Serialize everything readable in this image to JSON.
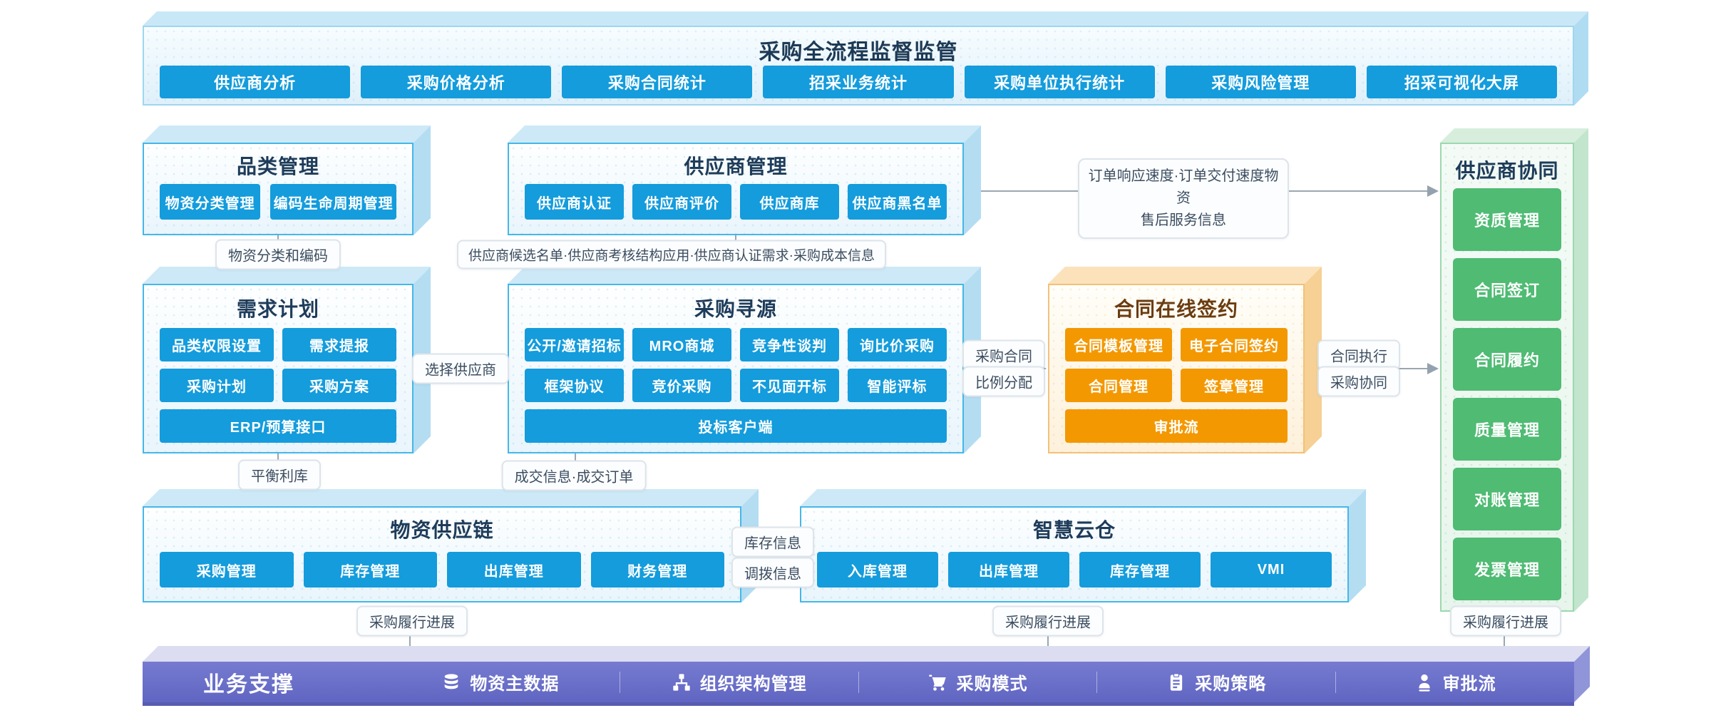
{
  "header": {
    "title": "采购全流程监督监管",
    "buttons": [
      "供应商分析",
      "采购价格分析",
      "采购合同统计",
      "招采业务统计",
      "采购单位执行统计",
      "采购风险管理",
      "招采可视化大屏"
    ]
  },
  "modules": {
    "category": {
      "title": "品类管理",
      "items": [
        "物资分类管理",
        "编码生命周期管理"
      ]
    },
    "supplier": {
      "title": "供应商管理",
      "items": [
        "供应商认证",
        "供应商评价",
        "供应商库",
        "供应商黑名单"
      ]
    },
    "demand": {
      "title": "需求计划",
      "items": [
        "品类权限设置",
        "需求提报",
        "采购计划",
        "采购方案"
      ],
      "full_item": "ERP/预算接口"
    },
    "sourcing": {
      "title": "采购寻源",
      "items": [
        "公开/邀请招标",
        "MRO商城",
        "竞争性谈判",
        "询比价采购",
        "框架协议",
        "竞价采购",
        "不见面开标",
        "智能评标"
      ],
      "full_item": "投标客户端"
    },
    "contract": {
      "title": "合同在线签约",
      "items": [
        "合同模板管理",
        "电子合同签约",
        "合同管理",
        "签章管理"
      ],
      "full_item": "审批流"
    },
    "supply_chain": {
      "title": "物资供应链",
      "items": [
        "采购管理",
        "库存管理",
        "出库管理",
        "财务管理"
      ]
    },
    "warehouse": {
      "title": "智慧云仓",
      "items": [
        "入库管理",
        "出库管理",
        "库存管理",
        "VMI"
      ]
    },
    "collab": {
      "title": "供应商协同",
      "items": [
        "资质管理",
        "合同签订",
        "合同履约",
        "质量管理",
        "对账管理",
        "发票管理"
      ]
    }
  },
  "connectors": {
    "category_to_demand": "物资分类和编码",
    "supplier_to_sourcing": "供应商候选名单·供应商考核结构应用·供应商认证需求·采购成本信息",
    "supplier_to_collab_line1": "订单响应速度·订单交付速度物资",
    "supplier_to_collab_line2": "售后服务信息",
    "demand_to_sourcing": "选择供应商",
    "demand_to_supply_chain": "平衡利库",
    "sourcing_to_supply_chain": "成交信息·成交订单",
    "sourcing_to_contract_top": "采购合同",
    "sourcing_to_contract_bottom": "比例分配",
    "contract_to_collab_top": "合同执行",
    "contract_to_collab_bottom": "采购协同",
    "supply_to_warehouse_top": "库存信息",
    "supply_to_warehouse_bottom": "调拨信息",
    "fulfillment_progress": "采购履行进展"
  },
  "footer": {
    "title": "业务支撑",
    "items": [
      {
        "icon": "database-icon",
        "label": "物资主数据"
      },
      {
        "icon": "org-chart-icon",
        "label": "组织架构管理"
      },
      {
        "icon": "cart-icon",
        "label": "采购模式"
      },
      {
        "icon": "clipboard-icon",
        "label": "采购策略"
      },
      {
        "icon": "user-icon",
        "label": "审批流"
      }
    ]
  },
  "colors": {
    "blue": "#149cdc",
    "orange": "#f39800",
    "green": "#4fbb73",
    "purple": "#6a6fca"
  }
}
